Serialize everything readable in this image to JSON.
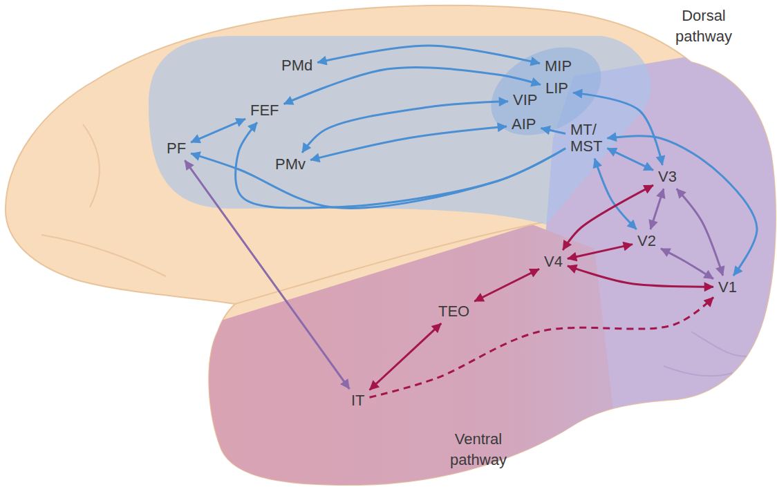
{
  "diagram": {
    "nodes": [
      {
        "text": [
          "PMd"
        ]
      },
      {
        "text": [
          "MIP"
        ]
      },
      {
        "text": [
          "LIP"
        ]
      },
      {
        "text": [
          "FEF"
        ]
      },
      {
        "text": [
          "VIP"
        ]
      },
      {
        "text": [
          "PF"
        ]
      },
      {
        "text": [
          "AIP"
        ]
      },
      {
        "text": [
          "MT/ MST"
        ]
      },
      {
        "text": [
          "PMv"
        ]
      },
      {
        "text": [
          "V3"
        ]
      },
      {
        "text": [
          "V2"
        ]
      },
      {
        "text": [
          "V4"
        ]
      },
      {
        "text": [
          "V1"
        ]
      },
      {
        "text": [
          "TEO"
        ]
      },
      {
        "text": [
          "IT"
        ]
      }
    ],
    "edges": [
      {
        "from": 0,
        "to": 1,
        "arrow": "both"
      },
      {
        "from": 3,
        "to": 2,
        "arrow": "both"
      },
      {
        "from": 8,
        "to": 4,
        "arrow": "both"
      },
      {
        "from": 8,
        "to": 6,
        "arrow": "both"
      },
      {
        "from": 5,
        "to": 3,
        "arrow": "both"
      },
      {
        "from": 7,
        "to": 5,
        "arrow": "to"
      },
      {
        "from": 7,
        "to": 3,
        "arrow": "to"
      },
      {
        "from": 7,
        "to": 6,
        "arrow": "to"
      },
      {
        "from": 2,
        "to": 9,
        "arrow": "both"
      },
      {
        "from": 7,
        "to": 9,
        "arrow": "both"
      },
      {
        "from": 7,
        "to": 10,
        "arrow": "both"
      },
      {
        "from": 7,
        "to": 12,
        "arrow": "both"
      },
      {
        "from": 9,
        "to": 10,
        "arrow": "both"
      },
      {
        "from": 9,
        "to": 12,
        "arrow": "both"
      },
      {
        "from": 10,
        "to": 12,
        "arrow": "both"
      },
      {
        "from": 5,
        "to": 14,
        "arrow": "both"
      },
      {
        "from": 9,
        "to": 11,
        "arrow": "both"
      },
      {
        "from": 11,
        "to": 10,
        "arrow": "both"
      },
      {
        "from": 11,
        "to": 12,
        "arrow": "both"
      },
      {
        "from": 11,
        "to": 13,
        "arrow": "both"
      },
      {
        "from": 13,
        "to": 14,
        "arrow": "both"
      },
      {
        "from": 14,
        "to": 12,
        "arrow": "to"
      }
    ],
    "labels": [
      "Dorsal pathway",
      "Ventral pathway"
    ]
  }
}
